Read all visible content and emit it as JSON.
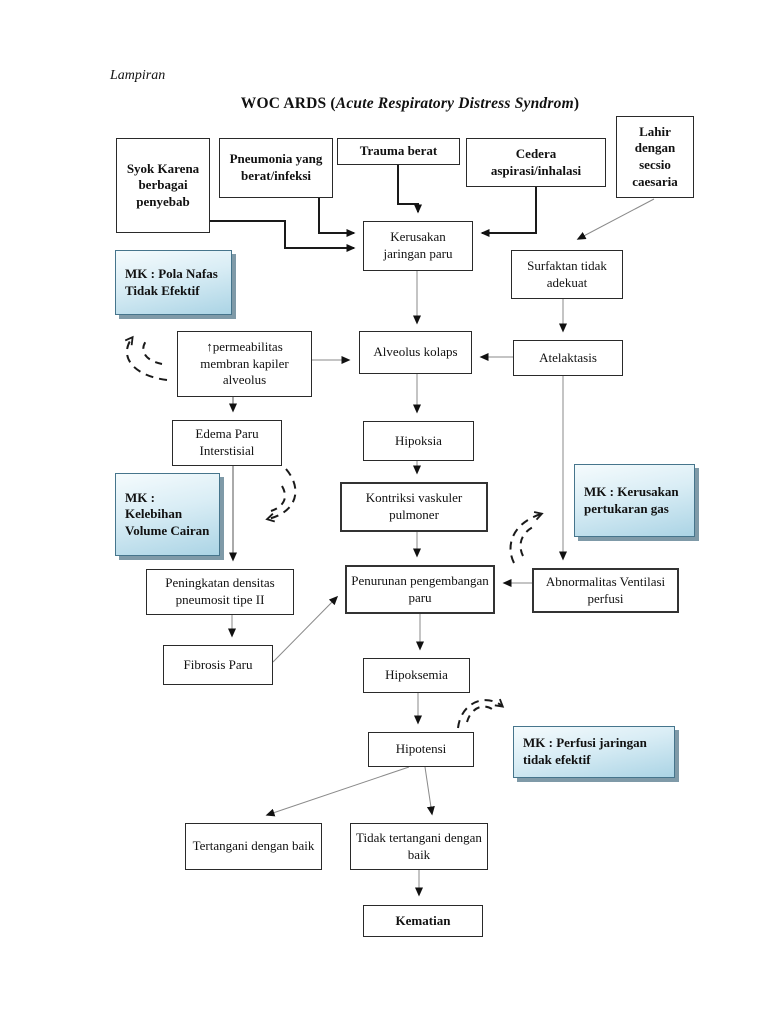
{
  "page": {
    "corner_label": "Lampiran",
    "title_prefix": "WOC ARDS (",
    "title_italic": "Acute Respiratory Distress Syndrom",
    "title_suffix": ")"
  },
  "nodes": {
    "syok": "Syok Karena berbagai penyebab",
    "pneumonia": "Pneumonia yang berat/infeksi",
    "trauma": "Trauma berat",
    "cedera": "Cedera aspirasi/inhalasi",
    "lahir": "Lahir dengan secsio caesaria",
    "kerusakan": "Kerusakan jaringan paru",
    "surfaktan": "Surfaktan tidak adekuat",
    "mk_pola": "MK : Pola Nafas Tidak Efektif",
    "permeabilitas": "↑permeabilitas membran kapiler alveolus",
    "alveolus": "Alveolus kolaps",
    "atelaktasis": "Atelaktasis",
    "edema": "Edema Paru Interstisial",
    "hipoksia": "Hipoksia",
    "mk_kelebihan": "MK : Kelebihan Volume Cairan",
    "kontriksi": "Kontriksi vaskuler pulmoner",
    "mk_kerusakan": "MK : Kerusakan pertukaran gas",
    "peningkatan": "Peningkatan densitas pneumosit tipe II",
    "penurunan": "Penurunan pengembangan paru",
    "abnormalitas": "Abnormalitas Ventilasi perfusi",
    "fibrosis": "Fibrosis Paru",
    "hipoksemia": "Hipoksemia",
    "hipotensi": "Hipotensi",
    "mk_perfusi": "MK : Perfusi jaringan tidak efektif",
    "tertangani": "Tertangani dengan baik",
    "tidak_tertangani": "Tidak tertangani dengan baik",
    "kematian": "Kematian"
  },
  "colors": {
    "mk_gradient_top": "#f5fbfd",
    "mk_gradient_bottom": "#abd4e5",
    "mk_border": "#46758c",
    "mk_shadow": "#7f9aa8",
    "connector_gray": "#8a8a8a",
    "connector_black": "#1a1a1a"
  }
}
